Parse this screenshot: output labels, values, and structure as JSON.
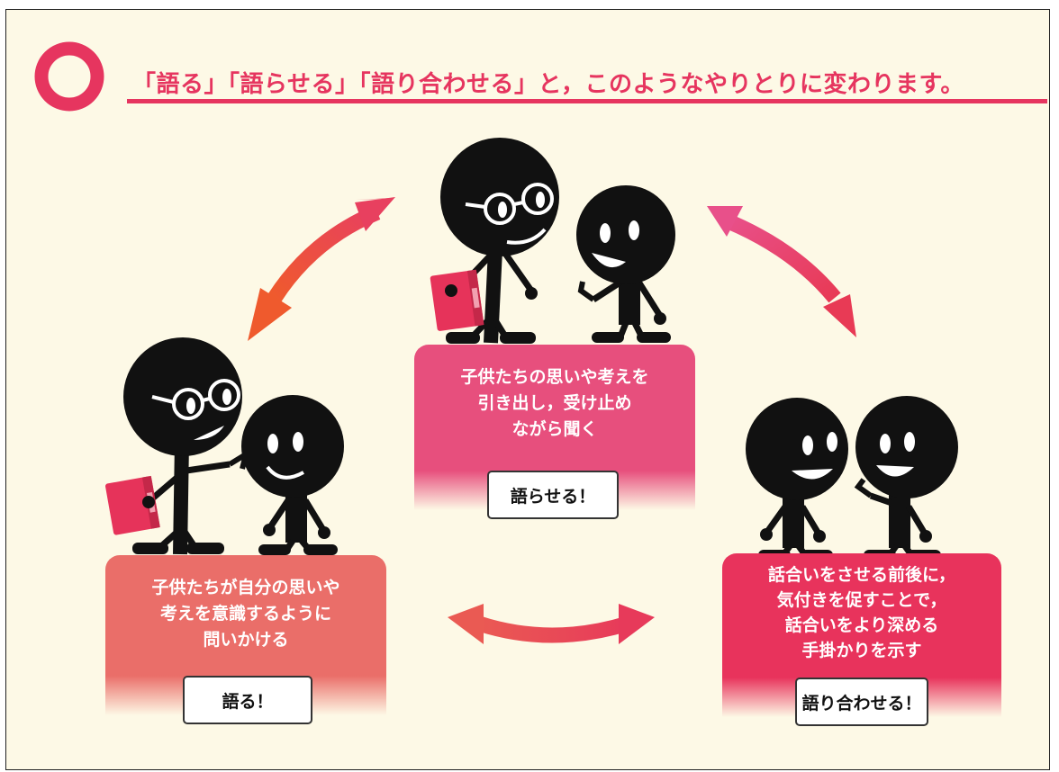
{
  "title": "「語る」「語らせる」「語り合わせる」と，このようなやりとりに変わります。",
  "marker_icon": "ring-icon",
  "colors": {
    "accent": "#e6355f",
    "background": "#fdf9e6",
    "left_panel": "#ea6e69",
    "center_panel": "#e74f7d",
    "right_panel": "#e8335c",
    "figure": "#111111"
  },
  "panels": {
    "left": {
      "lines": [
        "子供たちが自分の思いや",
        "考えを意識するように",
        "問いかける"
      ],
      "label": "語る！"
    },
    "center": {
      "lines": [
        "子供たちの思いや考えを",
        "引き出し，受け止め",
        "ながら聞く"
      ],
      "label": "語らせる！"
    },
    "right": {
      "lines": [
        "話合いをさせる前後に，",
        "気付きを促すことで，",
        "話合いをより深める",
        "手掛かりを示す"
      ],
      "label": "語り合わせる！"
    }
  },
  "arrows": [
    "left-center-arrow",
    "center-right-arrow",
    "left-right-arrow"
  ]
}
